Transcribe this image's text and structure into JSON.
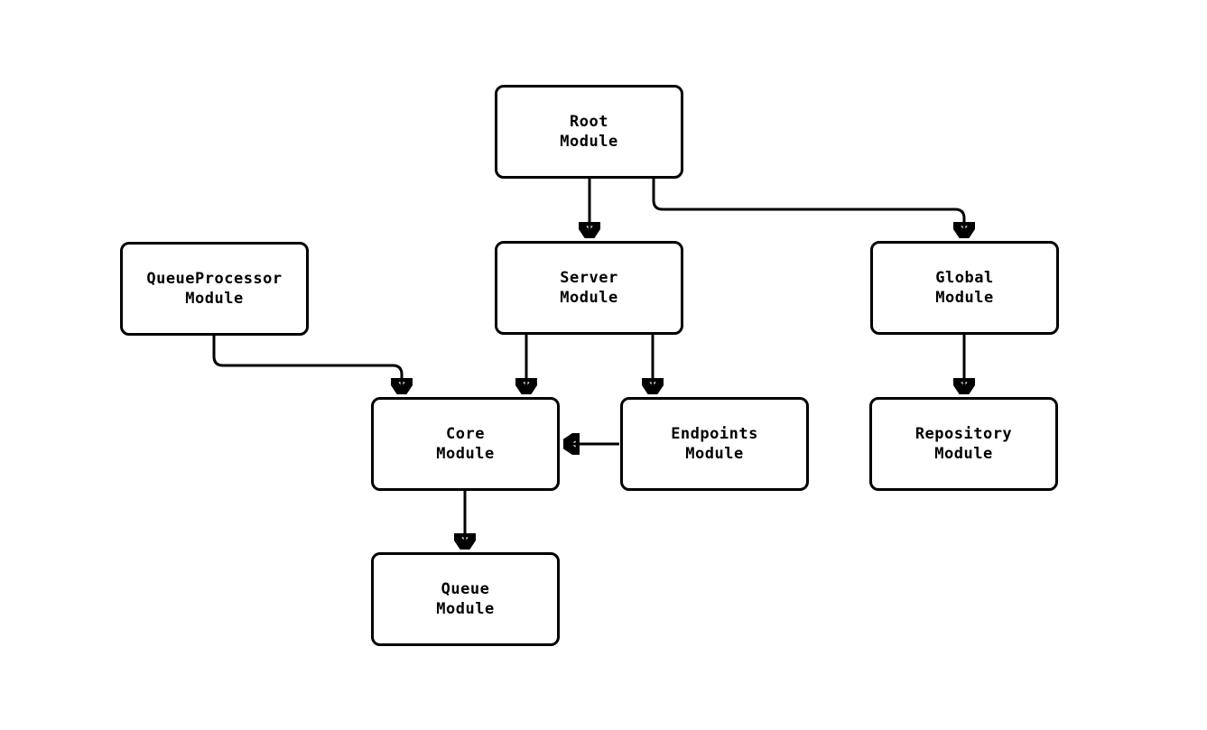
{
  "diagram": {
    "type": "flowchart",
    "background_color": "#ffffff",
    "stroke_color": "#000000",
    "text_color": "#000000",
    "nodes": [
      {
        "id": "root",
        "line1": "Root",
        "line2": "Module"
      },
      {
        "id": "queueprocessor",
        "line1": "QueueProcessor",
        "line2": "Module"
      },
      {
        "id": "server",
        "line1": "Server",
        "line2": "Module"
      },
      {
        "id": "global",
        "line1": "Global",
        "line2": "Module"
      },
      {
        "id": "core",
        "line1": "Core",
        "line2": "Module"
      },
      {
        "id": "endpoints",
        "line1": "Endpoints",
        "line2": "Module"
      },
      {
        "id": "repository",
        "line1": "Repository",
        "line2": "Module"
      },
      {
        "id": "queue",
        "line1": "Queue",
        "line2": "Module"
      }
    ],
    "edges": [
      {
        "from": "Root Module",
        "to": "Server Module"
      },
      {
        "from": "Root Module",
        "to": "Global Module"
      },
      {
        "from": "QueueProcessor Module",
        "to": "Core Module"
      },
      {
        "from": "Server Module",
        "to": "Core Module"
      },
      {
        "from": "Server Module",
        "to": "Endpoints Module"
      },
      {
        "from": "Endpoints Module",
        "to": "Core Module"
      },
      {
        "from": "Global Module",
        "to": "Repository Module"
      },
      {
        "from": "Core Module",
        "to": "Queue Module"
      }
    ]
  }
}
